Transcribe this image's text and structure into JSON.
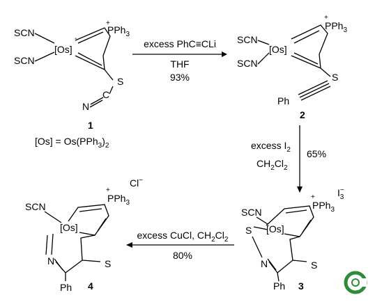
{
  "compound1": {
    "number": "1",
    "ligand_top": "SCN",
    "ligand_bottom": "SCN",
    "metal": "[Os]",
    "charge": "-",
    "phosphonium": "PPh",
    "ph_sub": "3",
    "plus": "+",
    "sulfur": "S",
    "nitrogen": "N",
    "carbon": "C",
    "definition": "[Os] = Os(PPh",
    "def_sub": "3",
    "def_close": ")",
    "def_sub2": "2"
  },
  "step1": {
    "reagent": "excess PhC≡CLi",
    "solvent": "THF",
    "yield": "93%"
  },
  "compound2": {
    "number": "2",
    "ligand_top": "SCN",
    "ligand_bottom": "SCN",
    "metal": "[Os]",
    "charge": "-",
    "phosphonium": "PPh",
    "ph_sub": "3",
    "plus": "+",
    "sulfur": "S",
    "phenyl": "Ph"
  },
  "step2": {
    "reagent": "excess I",
    "reagent_sub": "2",
    "solvent": "CH",
    "solvent_sub1": "2",
    "solvent_mid": "Cl",
    "solvent_sub2": "2",
    "yield": "65%"
  },
  "compound3": {
    "number": "3",
    "ligand_top": "SCN",
    "metal": "[Os]",
    "sulfur_left": "S",
    "sulfur_ring": "S",
    "nitrogen": "N",
    "phenyl": "Ph",
    "phosphonium": "PPh",
    "ph_sub": "3",
    "plus": "+",
    "counterion": "I",
    "counterion_sub": "3",
    "counterion_charge": "−"
  },
  "step3": {
    "reagent": "excess CuCl, CH",
    "reagent_sub1": "2",
    "reagent_mid": "Cl",
    "reagent_sub2": "2",
    "yield": "80%"
  },
  "compound4": {
    "number": "4",
    "ligand_top": "SCN",
    "metal": "[Os]",
    "sulfur_ring": "S",
    "nitrogen": "N",
    "phenyl": "Ph",
    "phosphonium": "PPh",
    "ph_sub": "3",
    "plus": "+",
    "counterion": "Cl",
    "counterion_charge": "−"
  },
  "colors": {
    "logo": "#2e8b3a"
  },
  "logo_icon": "copyright-c-logo-icon"
}
